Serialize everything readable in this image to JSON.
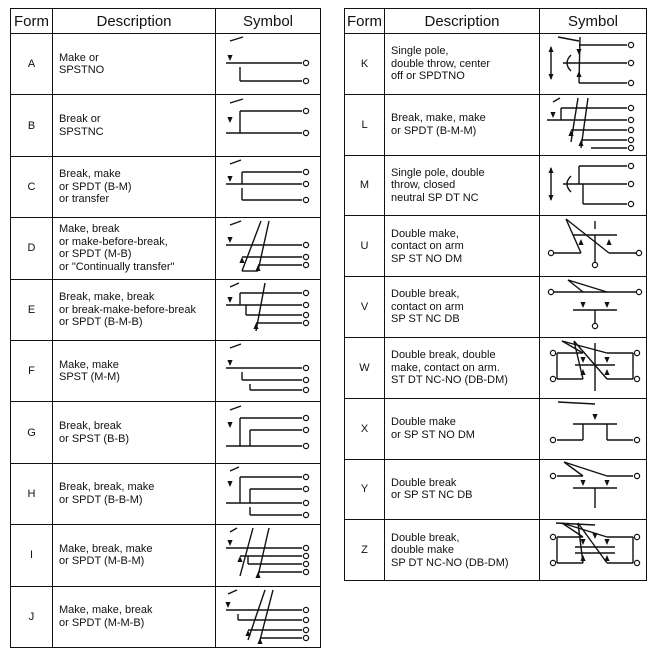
{
  "headers": {
    "form": "Form",
    "description": "Description",
    "symbol": "Symbol"
  },
  "left_rows": [
    {
      "form": "A",
      "desc": [
        "Make or",
        "SPSTNO"
      ],
      "symbol": "make-contact-icon"
    },
    {
      "form": "B",
      "desc": [
        "Break or",
        "SPSTNC"
      ],
      "symbol": "break-contact-icon"
    },
    {
      "form": "C",
      "desc": [
        "Break, make",
        "or SPDT (B-M)",
        "or transfer"
      ],
      "symbol": "transfer-contact-icon"
    },
    {
      "form": "D",
      "desc": [
        "Make, break",
        "or make-before-break,",
        "or SPDT (M-B)",
        "or \"Continually transfer\""
      ],
      "symbol": "make-before-break-contact-icon"
    },
    {
      "form": "E",
      "desc": [
        "Break, make, break",
        "or break-make-before-break",
        "or SPDT (B-M-B)"
      ],
      "symbol": "break-make-break-contact-icon"
    },
    {
      "form": "F",
      "desc": [
        "Make, make",
        "SPST (M-M)"
      ],
      "symbol": "make-make-contact-icon"
    },
    {
      "form": "G",
      "desc": [
        "Break, break",
        "or SPST (B-B)"
      ],
      "symbol": "break-break-contact-icon"
    },
    {
      "form": "H",
      "desc": [
        "Break, break, make",
        "or SPDT (B-B-M)"
      ],
      "symbol": "break-break-make-contact-icon"
    },
    {
      "form": "I",
      "desc": [
        "Make, break, make",
        "or SPDT (M-B-M)"
      ],
      "symbol": "make-break-make-contact-icon"
    },
    {
      "form": "J",
      "desc": [
        "Make, make, break",
        "or SPDT (M-M-B)"
      ],
      "symbol": "make-make-break-contact-icon"
    }
  ],
  "right_rows": [
    {
      "form": "K",
      "desc": [
        "Single pole,",
        "double throw, center",
        "off or SPDTNO"
      ],
      "symbol": "center-off-contact-icon"
    },
    {
      "form": "L",
      "desc": [
        "Break, make, make",
        "or SPDT (B-M-M)"
      ],
      "symbol": "break-make-make-contact-icon"
    },
    {
      "form": "M",
      "desc": [
        "Single pole, double",
        "throw, closed",
        "neutral SP DT NC"
      ],
      "symbol": "closed-neutral-contact-icon"
    },
    {
      "form": "U",
      "desc": [
        "Double make,",
        "contact on arm",
        "SP ST NO DM"
      ],
      "symbol": "double-make-arm-icon"
    },
    {
      "form": "V",
      "desc": [
        "Double break,",
        "contact on arm",
        "SP ST NC DB"
      ],
      "symbol": "double-break-arm-icon"
    },
    {
      "form": "W",
      "desc": [
        "Double break, double",
        "make, contact on arm.",
        "ST DT NC-NO (DB-DM)"
      ],
      "symbol": "double-break-double-make-arm-icon"
    },
    {
      "form": "X",
      "desc": [
        "Double make",
        "or SP ST NO DM"
      ],
      "symbol": "double-make-icon"
    },
    {
      "form": "Y",
      "desc": [
        "Double break",
        "or SP ST NC DB"
      ],
      "symbol": "double-break-icon"
    },
    {
      "form": "Z",
      "desc": [
        "Double break,",
        "double make",
        "SP DT NC-NO (DB-DM)"
      ],
      "symbol": "double-break-double-make-icon"
    }
  ]
}
